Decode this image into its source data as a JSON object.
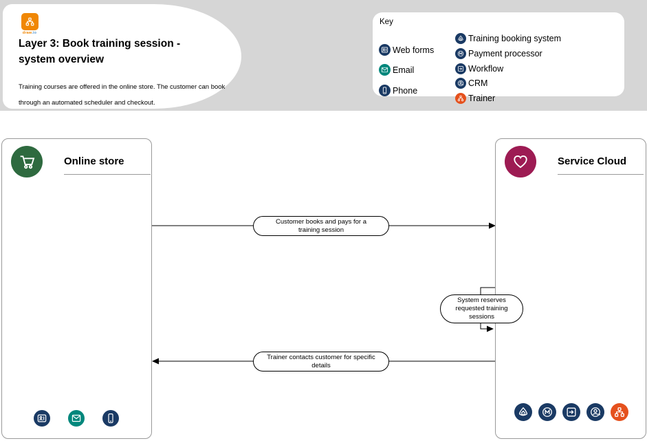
{
  "header": {
    "logo": {
      "part1": "draw",
      "part2": ".io"
    },
    "title": "Layer 3: Book training session - system overview",
    "description": "Training courses are offered in the online store. The customer can book through an automated scheduler and checkout."
  },
  "legend": {
    "title": "Key",
    "left": [
      {
        "icon": "web-forms-icon",
        "label": "Web forms",
        "color": "#1a3a64"
      },
      {
        "icon": "email-icon",
        "label": "Email",
        "color": "#00877c"
      },
      {
        "icon": "phone-icon",
        "label": "Phone",
        "color": "#1a3a64"
      }
    ],
    "right": [
      {
        "icon": "training-booking-system-icon",
        "label": "Training booking system",
        "color": "#1a3a64"
      },
      {
        "icon": "payment-processor-icon",
        "label": "Payment processor",
        "color": "#1a3a64"
      },
      {
        "icon": "workflow-icon",
        "label": "Workflow",
        "color": "#1a3a64"
      },
      {
        "icon": "crm-icon",
        "label": "CRM",
        "color": "#1a3a64"
      },
      {
        "icon": "trainer-icon",
        "label": "Trainer",
        "color": "#e5511d"
      }
    ]
  },
  "nodes": {
    "online_store": {
      "title": "Online store",
      "badge_icon": "shopping-cart-icon",
      "badge_color": "#2e6a3f",
      "footer_icons": [
        "web-forms-icon",
        "email-icon",
        "phone-icon"
      ]
    },
    "service_cloud": {
      "title": "Service Cloud",
      "badge_icon": "heart-icon",
      "badge_color": "#9d1b53",
      "footer_icons": [
        "training-booking-system-icon",
        "payment-processor-icon",
        "workflow-icon",
        "crm-icon",
        "trainer-icon"
      ]
    }
  },
  "flows": [
    {
      "label": "Customer books and pays for a training session",
      "from": "online_store",
      "to": "service_cloud"
    },
    {
      "label": "System reserves requested training sessions",
      "from": "service_cloud",
      "to": "service_cloud"
    },
    {
      "label": "Trainer contacts customer for specific details",
      "from": "service_cloud",
      "to": "online_store"
    }
  ],
  "colors": {
    "header_band": "#d6d6d6",
    "navy": "#1a3a64",
    "teal": "#00877c",
    "orange": "#e5511d",
    "green": "#2e6a3f",
    "magenta": "#9d1b53",
    "node_border": "#999999",
    "logo_orange": "#f08705"
  }
}
